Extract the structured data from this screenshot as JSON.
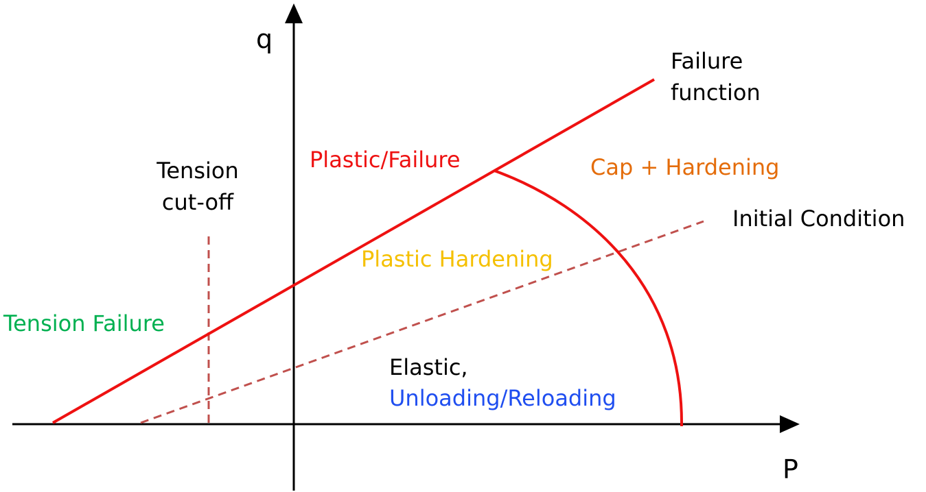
{
  "axes": {
    "y_label": "q",
    "x_label": "P"
  },
  "labels": {
    "failure_function": [
      "Failure",
      "function"
    ],
    "plastic_failure": "Plastic/Failure",
    "cap_hardening": "Cap + Hardening",
    "initial_condition": "Initial Condition",
    "plastic_hardening": "Plastic Hardening",
    "tension_cutoff": [
      "Tension",
      "cut-off"
    ],
    "tension_failure": "Tension Failure",
    "elastic": "Elastic,",
    "unloading_reloading": "Unloading/Reloading"
  },
  "colors": {
    "axis": "#000000",
    "failure_line": "#ee1111",
    "dashed_line": "#c0504d",
    "plastic_failure": "#ee1111",
    "cap_hardening": "#e46c0a",
    "plastic_hardening": "#f5c000",
    "tension_failure": "#00b050",
    "elastic": "#000000",
    "unloading_reloading": "#1f4ef0"
  },
  "elements": {
    "failure_function_line": "solid red line",
    "cap_curve": "solid red arc",
    "initial_condition_line": "dashed line",
    "tension_cutoff_line": "dashed vertical line"
  }
}
